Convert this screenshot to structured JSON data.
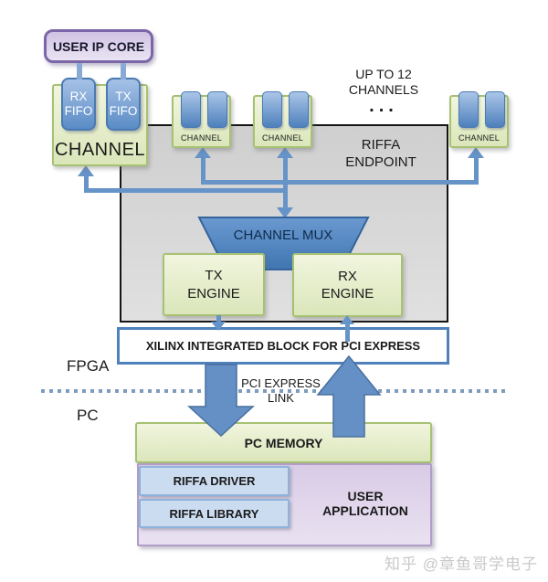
{
  "colors": {
    "accent_blue": "#4f81bd",
    "connector_blue": "#6693c8",
    "green_border": "#a7c173",
    "purple_border": "#7b67a7",
    "endpoint_gray": "#d6d6d6"
  },
  "fpga_section": {
    "user_ip_core": "USER IP CORE",
    "rx_fifo": "RX\nFIFO",
    "tx_fifo": "TX\nFIFO",
    "main_channel": "CHANNEL",
    "channels": [
      {
        "label": "CHANNEL"
      },
      {
        "label": "CHANNEL"
      },
      {
        "label": "CHANNEL"
      }
    ],
    "channels_note": "UP TO 12\nCHANNELS",
    "channels_note_dots": "...",
    "endpoint": "RIFFA\nENDPOINT",
    "channel_mux": "CHANNEL MUX",
    "tx_engine": "TX\nENGINE",
    "rx_engine": "RX\nENGINE",
    "xilinx_block": "XILINX INTEGRATED BLOCK FOR PCI EXPRESS",
    "fpga_label": "FPGA"
  },
  "link": {
    "label": "PCI EXPRESS\nLINK"
  },
  "pc_section": {
    "pc_label": "PC",
    "pc_memory": "PC MEMORY",
    "riffa_driver": "RIFFA DRIVER",
    "riffa_library": "RIFFA LIBRARY",
    "user_application": "USER\nAPPLICATION"
  },
  "watermark": "知乎 @章鱼哥学电子"
}
